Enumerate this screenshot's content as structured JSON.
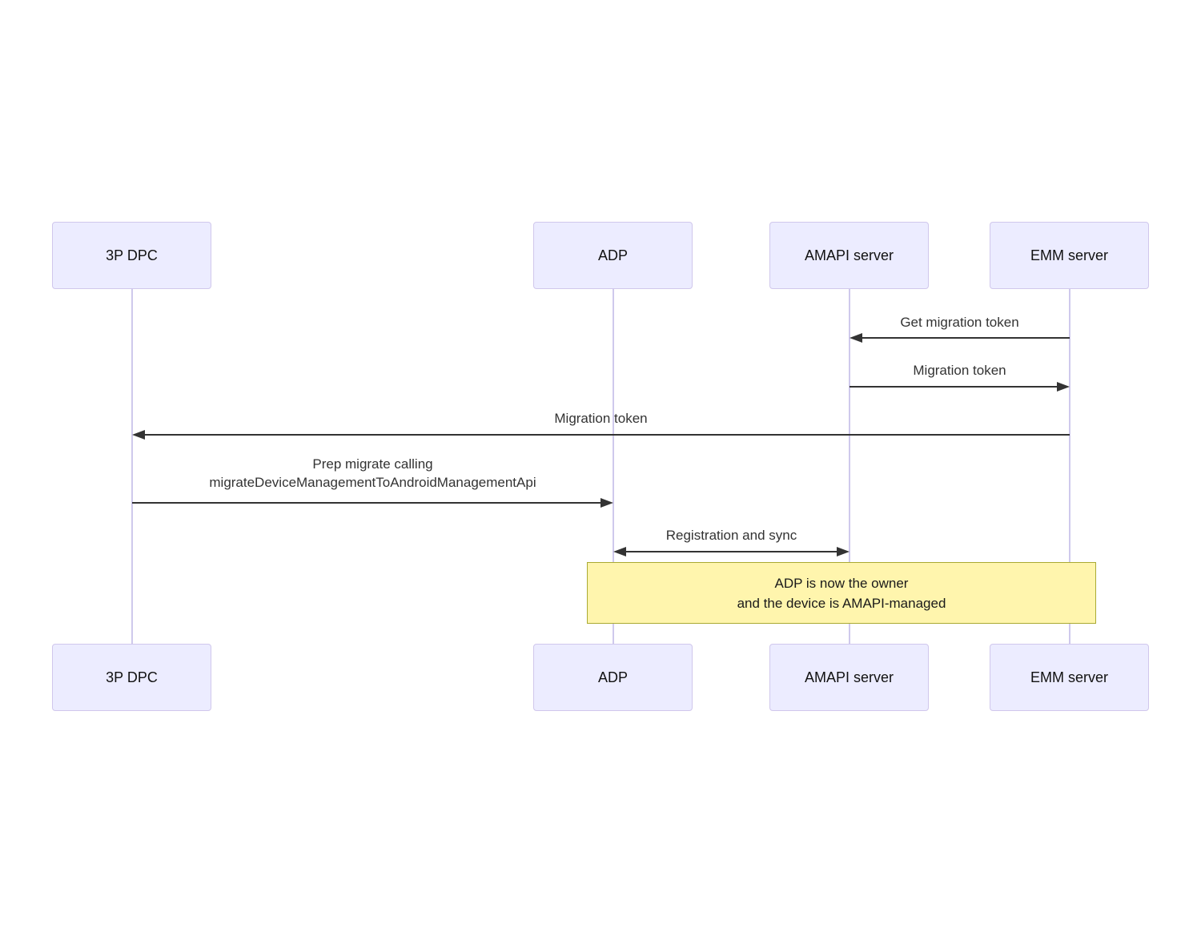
{
  "diagram_type": "sequence-diagram",
  "actors": [
    {
      "label": "3P DPC"
    },
    {
      "label": "ADP"
    },
    {
      "label": "AMAPI server"
    },
    {
      "label": "EMM server"
    }
  ],
  "messages": [
    {
      "label": "Get migration token",
      "from": "EMM server",
      "to": "AMAPI server",
      "arrow_direction": "left"
    },
    {
      "label": "Migration token",
      "from": "AMAPI server",
      "to": "EMM server",
      "arrow_direction": "right"
    },
    {
      "label": "Migration token",
      "from": "EMM server",
      "to": "3P DPC",
      "arrow_direction": "left"
    },
    {
      "label_lines": [
        "Prep migrate calling",
        "migrateDeviceManagementToAndroidManagementApi"
      ],
      "from": "3P DPC",
      "to": "ADP",
      "arrow_direction": "right"
    },
    {
      "label": "Registration and sync",
      "from": "ADP",
      "to": "AMAPI server",
      "arrow_direction": "both"
    }
  ],
  "note": {
    "lines": [
      "ADP is now the owner",
      "and the device is AMAPI-managed"
    ]
  },
  "colors": {
    "actor_fill": "#ECECFF",
    "actor_border": "#D0C7EC",
    "lifeline": "#CFC9EC",
    "note_fill": "#FFF5AD",
    "note_border": "#AAAA33",
    "arrow": "#333333",
    "message_text": "#333333"
  }
}
